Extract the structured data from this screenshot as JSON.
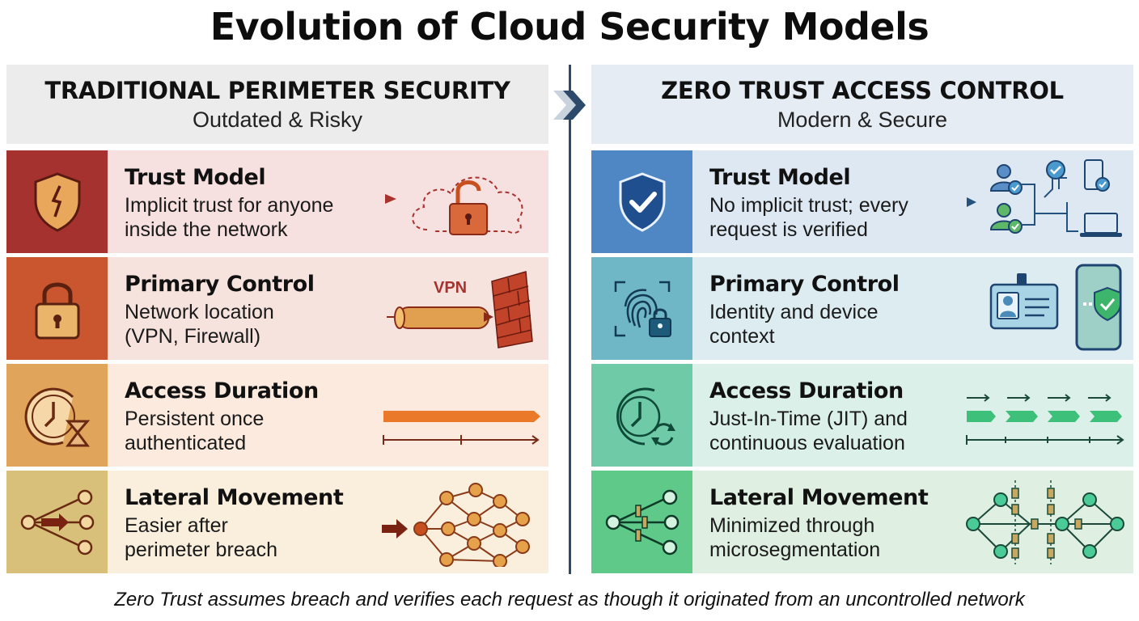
{
  "title": "Evolution of Cloud Security Models",
  "left": {
    "heading": "TRADITIONAL PERIMETER SECURITY",
    "subheading": "Outdated & Risky",
    "rows": [
      {
        "title": "Trust Model",
        "desc": [
          "Implicit trust for anyone",
          "inside the network"
        ],
        "icon": "broken-shield-icon",
        "illustration": "cloud-unlocked-padlock-icon"
      },
      {
        "title": "Primary Control",
        "desc": [
          "Network location",
          "(VPN, Firewall)"
        ],
        "icon": "padlock-icon",
        "illustration": "vpn-tunnel-firewall-icon",
        "illus_label": "VPN"
      },
      {
        "title": "Access Duration",
        "desc": [
          "Persistent once",
          "authenticated"
        ],
        "icon": "clock-hourglass-icon",
        "illustration": "persistent-timeline-icon"
      },
      {
        "title": "Lateral Movement",
        "desc": [
          "Easier after",
          "perimeter breach"
        ],
        "icon": "lateral-arrow-nodes-icon",
        "illustration": "open-network-mesh-icon"
      }
    ]
  },
  "right": {
    "heading": "ZERO TRUST ACCESS CONTROL",
    "subheading": "Modern & Secure",
    "rows": [
      {
        "title": "Trust Model",
        "desc": [
          "No implicit trust; every",
          "request is verified"
        ],
        "icon": "checked-shield-icon",
        "illustration": "verified-users-devices-icon"
      },
      {
        "title": "Primary Control",
        "desc": [
          "Identity and device",
          "context"
        ],
        "icon": "fingerprint-lock-icon",
        "illustration": "id-badge-phone-shield-icon"
      },
      {
        "title": "Access Duration",
        "desc": [
          "Just-In-Time (JIT) and",
          "continuous evaluation"
        ],
        "icon": "clock-refresh-icon",
        "illustration": "jit-segmented-timeline-icon"
      },
      {
        "title": "Lateral Movement",
        "desc": [
          "Minimized through",
          "microsegmentation"
        ],
        "icon": "segmented-nodes-icon",
        "illustration": "microsegmented-network-icon"
      }
    ]
  },
  "footer": "Zero Trust assumes breach and verifies each request as though it originated from an uncontrolled network",
  "colors": {
    "left_row_bg": [
      "#f6e1e0",
      "#f7e3dd",
      "#fbeadd",
      "#faefdd"
    ],
    "left_icon_bg": [
      "#a5322f",
      "#c9562e",
      "#e0a55a",
      "#d9c07a"
    ],
    "right_row_bg": [
      "#dde8f2",
      "#dcecf1",
      "#dcf0ea",
      "#dff0e3"
    ],
    "right_icon_bg": [
      "#4f86c4",
      "#6fb6c6",
      "#6fcaa8",
      "#5fc98a"
    ],
    "divider": "#2e4a6a"
  }
}
